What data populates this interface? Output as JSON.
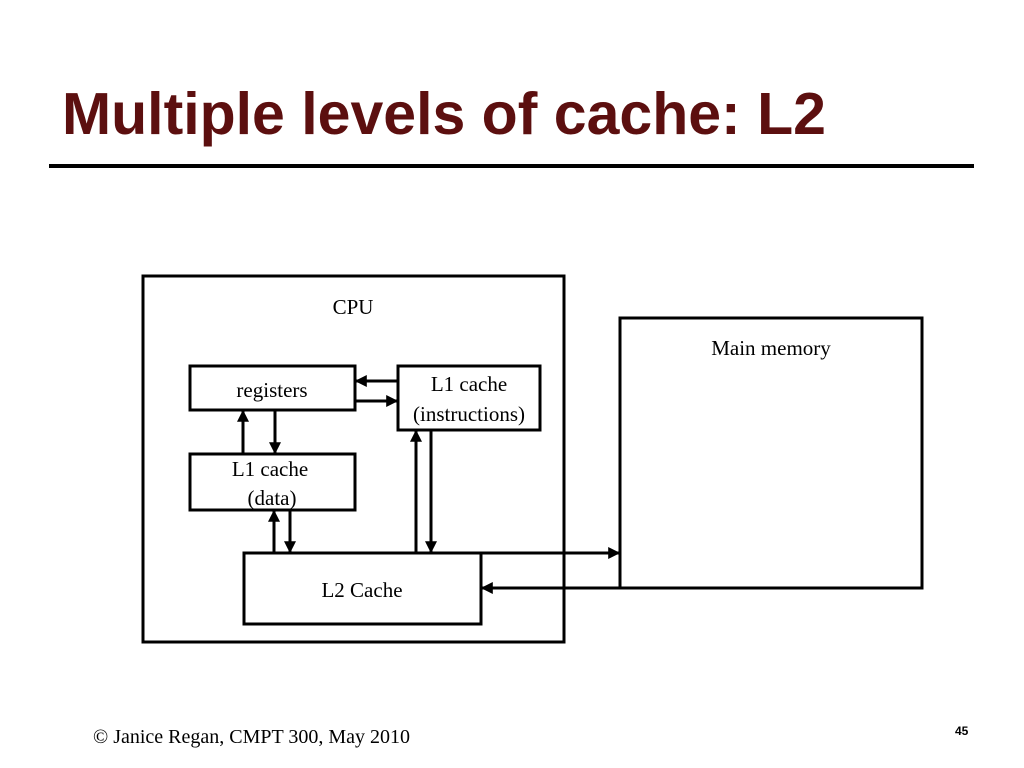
{
  "slide": {
    "title": "Multiple levels of cache:  L2",
    "footer": "© Janice Regan, CMPT 300, May 2010",
    "page_number": "45"
  },
  "colors": {
    "title": "#5c0f0f",
    "line": "#000000",
    "background": "#ffffff"
  },
  "diagram": {
    "cpu": {
      "label": "CPU"
    },
    "registers": {
      "label": "registers"
    },
    "l1_instructions": {
      "line1": "L1 cache",
      "line2": "(instructions)"
    },
    "l1_data": {
      "line1": "L1 cache",
      "line2": "(data)"
    },
    "l2_cache": {
      "label": "L2 Cache"
    },
    "main_memory": {
      "label": "Main memory"
    },
    "connections": [
      {
        "from": "l1_instructions",
        "to": "registers"
      },
      {
        "from": "registers",
        "to": "l1_instructions"
      },
      {
        "from": "l1_data",
        "to": "registers"
      },
      {
        "from": "registers",
        "to": "l1_data"
      },
      {
        "from": "l2_cache",
        "to": "l1_data"
      },
      {
        "from": "l1_data",
        "to": "l2_cache"
      },
      {
        "from": "l2_cache",
        "to": "l1_instructions"
      },
      {
        "from": "l1_instructions",
        "to": "l2_cache"
      },
      {
        "from": "l2_cache",
        "to": "main_memory"
      },
      {
        "from": "main_memory",
        "to": "l2_cache"
      }
    ]
  }
}
